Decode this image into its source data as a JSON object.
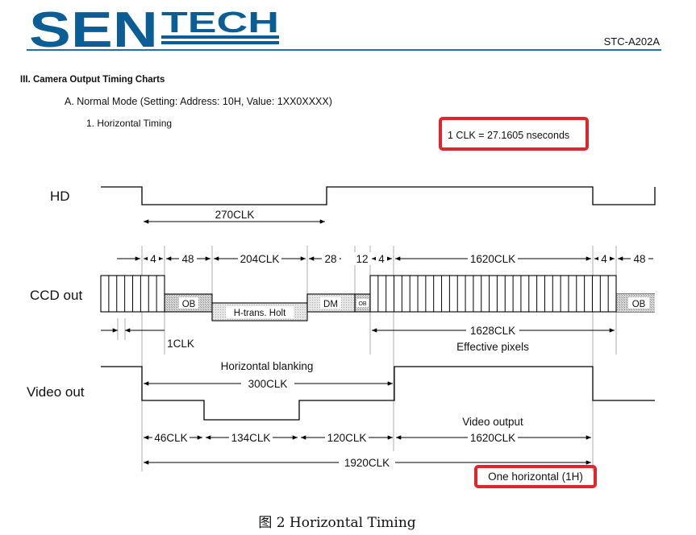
{
  "header": {
    "logo_text": "SENTECH",
    "logo_part1": "SEN",
    "logo_part2": "TECH",
    "model": "STC-A202A",
    "brand_color": "#0b5d96"
  },
  "headings": {
    "section": "III. Camera Output Timing Charts",
    "subsection": "A. Normal Mode (Setting: Address: 10H, Value: 1XX0XXXX)",
    "item": "1. Horizontal Timing"
  },
  "clock_note": "1 CLK = 27.1605 nseconds",
  "highlight_color": "#e0262b",
  "diagram": {
    "signals": {
      "hd": "HD",
      "ccd": "CCD out",
      "video": "Video out"
    },
    "hd_low": "270CLK",
    "ccd_dims": [
      "4",
      "48",
      "204CLK",
      "28",
      "12",
      "4",
      "1620CLK",
      "4",
      "48"
    ],
    "ccd_blocks": {
      "ob1": "OB",
      "htrans": "H-trans. Holt",
      "dm": "DM",
      "ob2": "OB",
      "ob3": "OB"
    },
    "one_clk": "1CLK",
    "effective_span": "1628CLK",
    "effective_label": "Effective pixels",
    "blanking_label": "Horizontal blanking",
    "blanking_span": "300CLK",
    "video_output_label": "Video output",
    "video_dims": [
      "46CLK",
      "134CLK",
      "120CLK",
      "1620CLK"
    ],
    "total": "1920CLK",
    "one_h": "One horizontal (1H)"
  },
  "caption": "图 2 Horizontal Timing"
}
